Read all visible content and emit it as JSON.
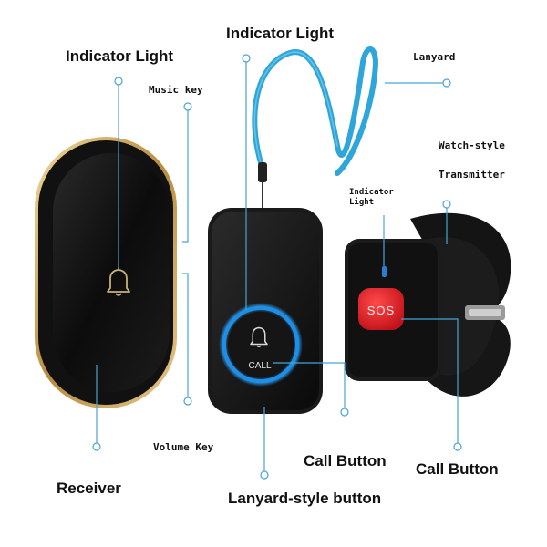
{
  "labels": {
    "indicator_light_left": "Indicator Light",
    "music_key": "Music key",
    "indicator_light_top": "Indicator Light",
    "lanyard": "Lanyard",
    "watch_style_1": "Watch-style",
    "watch_style_2": "Transmitter",
    "indicator_light_small_1": "Indicator",
    "indicator_light_small_2": "Light",
    "volume_key": "Volume Key",
    "receiver": "Receiver",
    "call_button_middle": "Call Button",
    "call_button_right": "Call Button",
    "lanyard_style_button": "Lanyard-style button"
  },
  "device_text": {
    "sos": "SOS",
    "call": "CALL"
  },
  "colors": {
    "callout_line": "#4aa3d6",
    "lanyard_blue": "#2ea6d9",
    "ring_blue": "#1e8fe8",
    "receiver_gold": "#c9a25a",
    "device_black": "#151515",
    "sos_red": "#e01e25"
  },
  "icons": [
    "bell-icon",
    "bell-icon"
  ]
}
